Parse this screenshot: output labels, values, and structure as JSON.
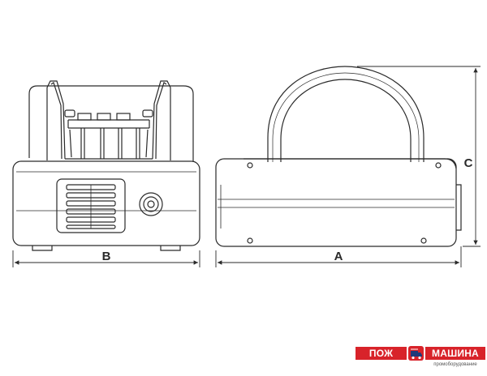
{
  "dimensions": {
    "width_label": "B",
    "length_label": "A",
    "height_label": "C"
  },
  "brand": {
    "left_word": "ПОЖ",
    "right_word": "МАШИНА",
    "tagline": "промоборудование",
    "color": "#d8232a"
  },
  "drawing": {
    "line_color": "#2a2a2a",
    "fill_color": "#ffffff"
  }
}
